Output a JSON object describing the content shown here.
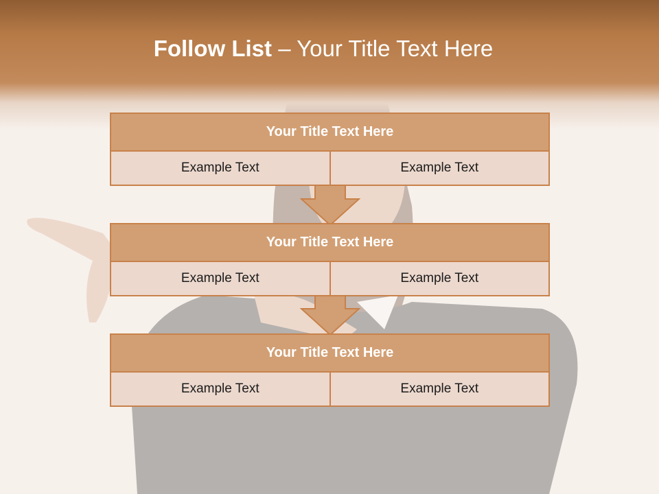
{
  "slide": {
    "title_bold": "Follow List",
    "title_rest": "– Your Title Text Here"
  },
  "blocks": [
    {
      "title": "Your Title Text Here",
      "left": "Example Text",
      "right": "Example Text"
    },
    {
      "title": "Your Title Text Here",
      "left": "Example Text",
      "right": "Example Text"
    },
    {
      "title": "Your Title Text Here",
      "left": "Example Text",
      "right": "Example Text"
    }
  ],
  "colors": {
    "header_top": "#8f5c33",
    "header_mid": "#c38a5b",
    "block_title_fill": "#d29f74",
    "block_border": "#c8814a",
    "cell_fill": "#ecd8cd"
  }
}
